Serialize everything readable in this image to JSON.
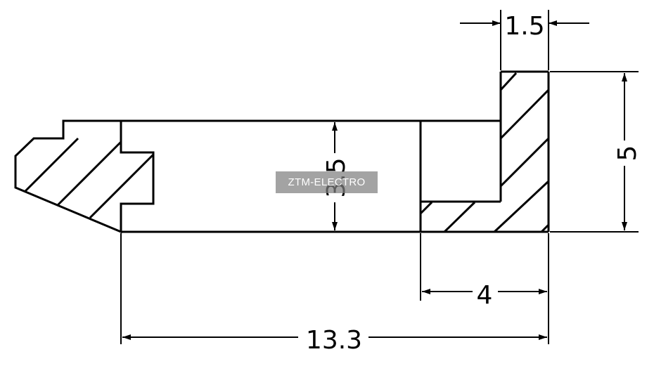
{
  "dimensions": {
    "top_width": "1.5",
    "right_height": "5",
    "center_height": "3.5",
    "bottom_inner": "4",
    "bottom_overall": "13.3"
  },
  "watermark": "ZTM-ELECTRO",
  "colors": {
    "line": "#000000",
    "background": "#ffffff",
    "watermark_bg": "#808080"
  }
}
